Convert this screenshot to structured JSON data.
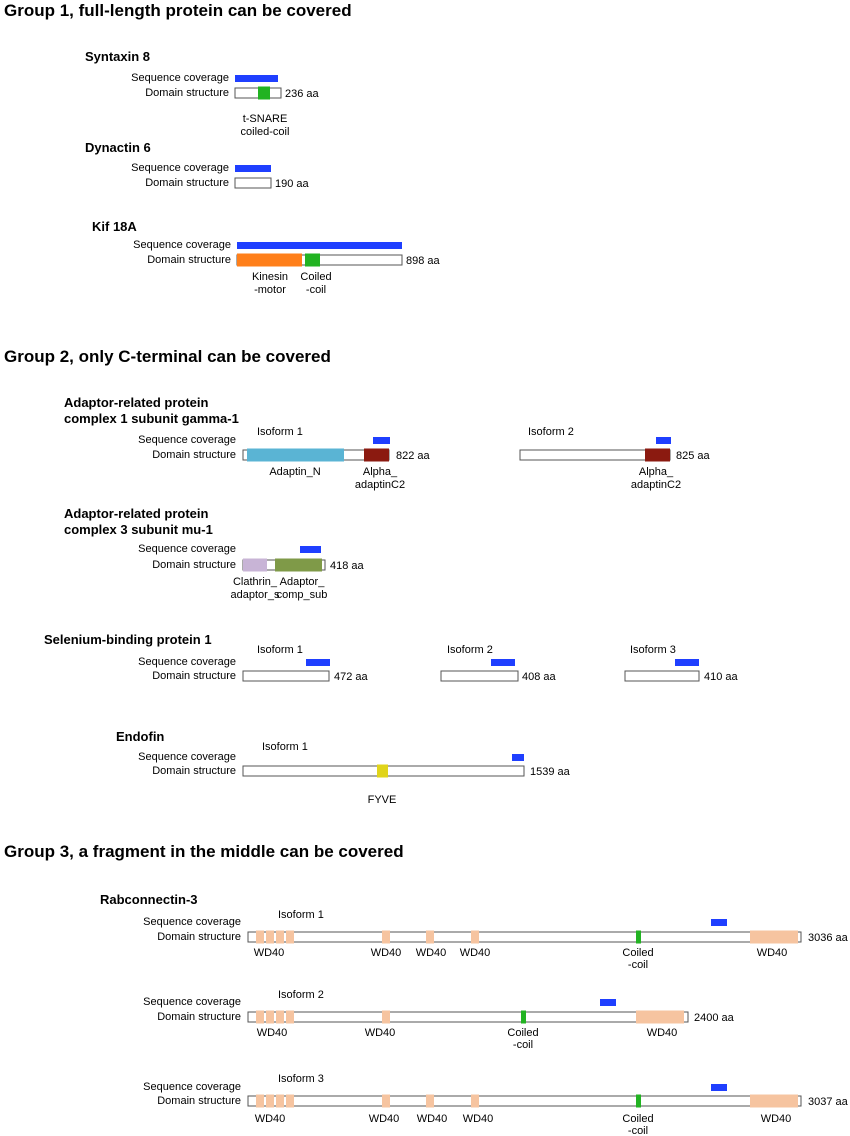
{
  "figure": {
    "groups": [
      {
        "title": "Group 1, full-length protein can be covered"
      },
      {
        "title": "Group 2, only C-terminal can be covered"
      },
      {
        "title": "Group 3, a fragment in the middle can be covered"
      }
    ],
    "row_labels": {
      "coverage": "Sequence coverage",
      "domain": "Domain structure"
    },
    "proteins": [
      {
        "name": [
          "Syntaxin 8"
        ],
        "isoforms": [
          {
            "isoform": "",
            "length": "236 aa",
            "domains": [
              {
                "type": "tsnare",
                "label": [
                  "t-SNARE",
                  "coiled-coil"
                ]
              }
            ]
          }
        ]
      },
      {
        "name": [
          "Dynactin 6"
        ],
        "isoforms": [
          {
            "isoform": "",
            "length": "190 aa",
            "domains": []
          }
        ]
      },
      {
        "name": [
          "Kif 18A"
        ],
        "isoforms": [
          {
            "isoform": "",
            "length": "898 aa",
            "domains": [
              {
                "type": "kinesin",
                "label": [
                  "Kinesin",
                  "-motor"
                ]
              },
              {
                "type": "coiled",
                "label": [
                  "Coiled",
                  "-coil"
                ]
              }
            ]
          }
        ]
      },
      {
        "name": [
          "Adaptor-related protein",
          "complex 1 subunit gamma-1"
        ],
        "isoforms": [
          {
            "isoform": "Isoform 1",
            "length": "822 aa",
            "domains": [
              {
                "type": "adaptin_n",
                "label": [
                  "Adaptin_N"
                ]
              },
              {
                "type": "alpha_c2",
                "label": [
                  "Alpha_",
                  "adaptinC2"
                ]
              }
            ]
          },
          {
            "isoform": "Isoform 2",
            "length": "825 aa",
            "domains": [
              {
                "type": "alpha_c2",
                "label": [
                  "Alpha_",
                  "adaptinC2"
                ]
              }
            ]
          }
        ]
      },
      {
        "name": [
          "Adaptor-related protein",
          "complex 3 subunit mu-1"
        ],
        "isoforms": [
          {
            "isoform": "",
            "length": "418 aa",
            "domains": [
              {
                "type": "clathrin",
                "label": [
                  "Clathrin_",
                  "adaptor_s"
                ]
              },
              {
                "type": "adaptor_comp",
                "label": [
                  "Adaptor_",
                  "comp_sub"
                ]
              }
            ]
          }
        ]
      },
      {
        "name": [
          "Selenium-binding protein 1"
        ],
        "isoforms": [
          {
            "isoform": "Isoform 1",
            "length": "472 aa",
            "domains": []
          },
          {
            "isoform": "Isoform 2",
            "length": "408 aa",
            "domains": []
          },
          {
            "isoform": "Isoform 3",
            "length": "410 aa",
            "domains": []
          }
        ]
      },
      {
        "name": [
          "Endofin"
        ],
        "isoforms": [
          {
            "isoform": "Isoform 1",
            "length": "1539 aa",
            "domains": [
              {
                "type": "fyve",
                "label": [
                  "FYVE"
                ]
              }
            ]
          }
        ]
      },
      {
        "name": [
          "Rabconnectin-3"
        ],
        "isoforms": [
          {
            "isoform": "Isoform 1",
            "length": "3036 aa",
            "domains": [
              {
                "type": "wd40",
                "label": [
                  "WD40"
                ]
              },
              {
                "type": "wd40",
                "label": [
                  "WD40"
                ]
              },
              {
                "type": "wd40",
                "label": [
                  "WD40"
                ]
              },
              {
                "type": "wd40",
                "label": [
                  "WD40"
                ]
              },
              {
                "type": "coiled",
                "label": [
                  "Coiled",
                  "-coil"
                ]
              },
              {
                "type": "wd40",
                "label": [
                  "WD40"
                ]
              }
            ]
          },
          {
            "isoform": "Isoform 2",
            "length": "2400 aa",
            "domains": [
              {
                "type": "wd40",
                "label": [
                  "WD40"
                ]
              },
              {
                "type": "wd40",
                "label": [
                  "WD40"
                ]
              },
              {
                "type": "coiled",
                "label": [
                  "Coiled",
                  "-coil"
                ]
              },
              {
                "type": "wd40",
                "label": [
                  "WD40"
                ]
              }
            ]
          },
          {
            "isoform": "Isoform 3",
            "length": "3037 aa",
            "domains": [
              {
                "type": "wd40",
                "label": [
                  "WD40"
                ]
              },
              {
                "type": "wd40",
                "label": [
                  "WD40"
                ]
              },
              {
                "type": "wd40",
                "label": [
                  "WD40"
                ]
              },
              {
                "type": "wd40",
                "label": [
                  "WD40"
                ]
              },
              {
                "type": "coiled",
                "label": [
                  "Coiled",
                  "-coil"
                ]
              },
              {
                "type": "wd40",
                "label": [
                  "WD40"
                ]
              }
            ]
          }
        ]
      }
    ],
    "colors": {
      "coverage": "#1f3fff",
      "backbone_stroke": "#555555",
      "tsnare": "#22b322",
      "coiled": "#22b322",
      "kinesin": "#ff7f1a",
      "adaptin_n": "#5ab4d4",
      "alpha_c2": "#8b1a10",
      "clathrin": "#c8b4d6",
      "adaptor_comp": "#7f9a48",
      "fyve": "#e0d41a",
      "wd40": "#f6c4a0"
    }
  }
}
